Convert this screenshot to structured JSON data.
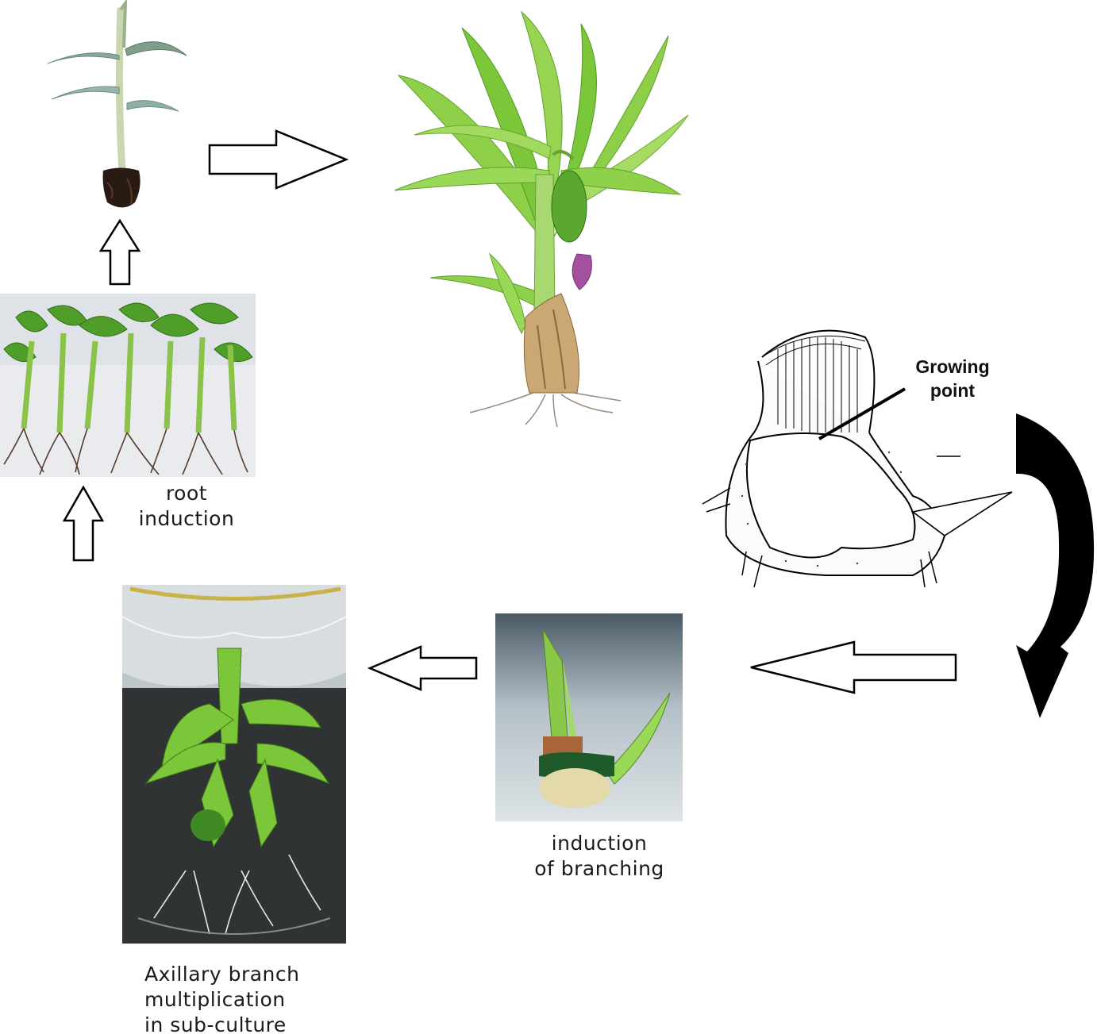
{
  "labels": {
    "root_induction": [
      "root",
      "induction"
    ],
    "growing_point": [
      "Growing",
      "point"
    ],
    "induction_branching": [
      "induction",
      "of branching"
    ],
    "axillary": [
      "Axillary branch",
      "multiplication",
      "in sub-culture"
    ]
  },
  "colors": {
    "leaf": "#7cc63a",
    "leaf_dark": "#3f8f1e",
    "leaf_light": "#b6e07a",
    "banana_flower": "#a4509e",
    "corm": "#b08c5a",
    "photo_bg_gray": "#c9cfd3",
    "jar_bg": "#2f3333",
    "arrow_black": "#000000"
  },
  "icons": [
    "block-arrow-right",
    "block-arrow-up",
    "block-arrow-left",
    "curved-arrow-down"
  ]
}
